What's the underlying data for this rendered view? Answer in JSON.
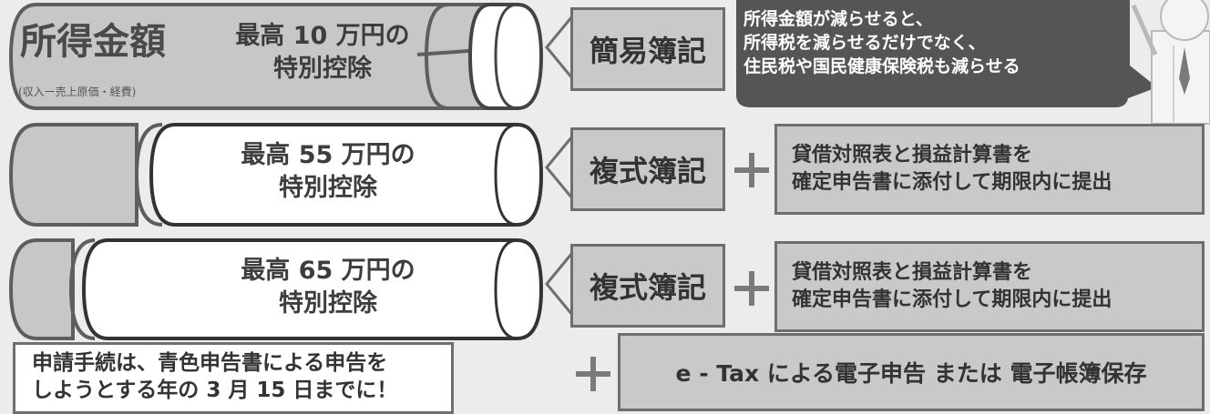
{
  "row1": {
    "income_title": "所得金額",
    "income_sub": "(収入ー売上原価・経費)",
    "deduction_line1": "最高 10 万円の",
    "deduction_line2": "特別控除",
    "method": "簡易簿記"
  },
  "row2": {
    "deduction_line1": "最高 55 万円の",
    "deduction_line2": "特別控除",
    "method": "複式簿記",
    "condition_line1": "貸借対照表と損益計算書を",
    "condition_line2": "確定申告書に添付して期限内に提出"
  },
  "row3": {
    "deduction_line1": "最高 65 万円の",
    "deduction_line2": "特別控除",
    "method": "複式簿記",
    "condition_line1": "貸借対照表と損益計算書を",
    "condition_line2": "確定申告書に添付して期限内に提出"
  },
  "speech": {
    "line1": "所得金額が減らせると、",
    "line2": "所得税を減らせるだけでなく、",
    "line3": "住民税や国民健康保険税も減らせる"
  },
  "note": {
    "line1": "申請手続は、青色申告書による申告を",
    "line2": "しようとする年の 3 月 15 日までに！"
  },
  "etax": {
    "label": "e - Tax による電子申告 または 電子帳簿保存"
  },
  "colors": {
    "background": "#ececec",
    "box_fill": "#c9c9c9",
    "border": "#6e6e6e",
    "speech": "#555555"
  }
}
